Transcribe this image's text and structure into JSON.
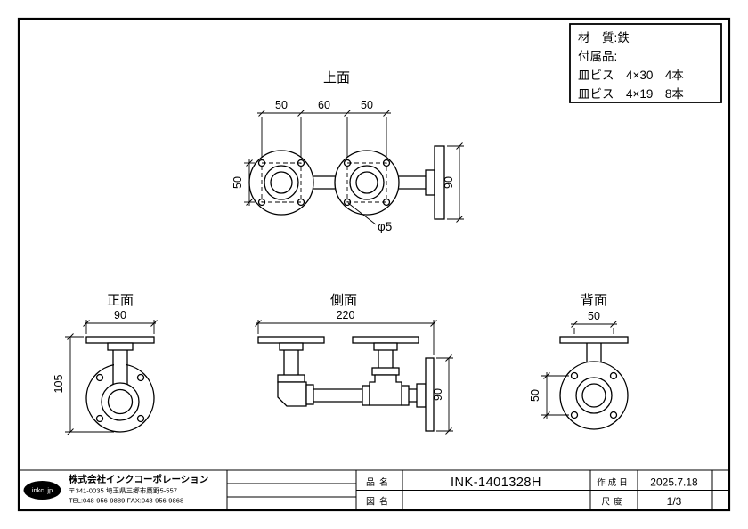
{
  "notes": {
    "material": "材　質:鉄",
    "accessories_label": "付属品:",
    "screw_1": "皿ビス　4×30　4本",
    "screw_2": "皿ビス　4×19　8本"
  },
  "views": {
    "top": {
      "title": "上面",
      "dim_top_1": "50",
      "dim_top_2": "60",
      "dim_top_3": "50",
      "dim_left": "50",
      "dim_right": "90",
      "hole_note": "φ5"
    },
    "front": {
      "title": "正面",
      "dim_top": "90",
      "dim_left": "105"
    },
    "side": {
      "title": "側面",
      "dim_top": "220",
      "dim_right": "90"
    },
    "back": {
      "title": "背面",
      "dim_top": "50",
      "dim_left": "50"
    }
  },
  "title_block": {
    "logo": "inkc. jp",
    "company": "株式会社インクコーポレーション",
    "address": "〒341-0035 埼玉県三郷市鷹野5-557",
    "contact": "TEL:048-956-9889  FAX:048-956-9868",
    "part_no_label": "品名",
    "part_no": "INK-1401328H",
    "drawing_name_label": "図名",
    "date_label": "作成日",
    "date": "2025.7.18",
    "scale_label": "尺度",
    "scale": "1/3"
  }
}
